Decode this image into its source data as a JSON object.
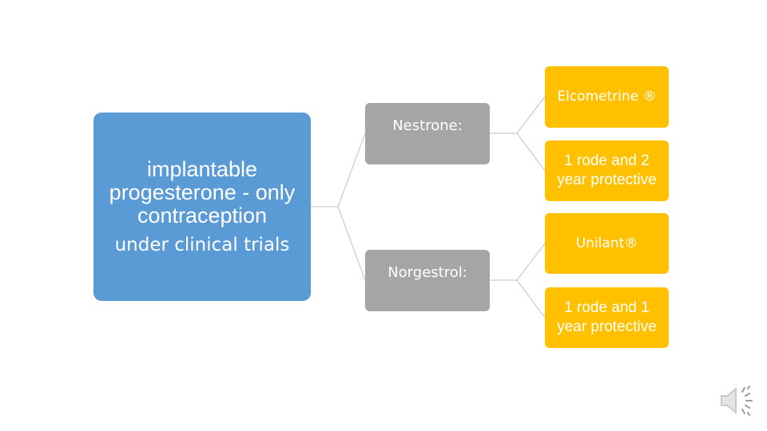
{
  "root": {
    "line1": "implantable progesterone - only contraception",
    "line2": "under clinical trials"
  },
  "branches": [
    {
      "label": "Nestrone:",
      "children": [
        {
          "label": "Elcometrine ®"
        },
        {
          "label": "1 rode and 2 year protective"
        }
      ]
    },
    {
      "label": "Norgestrol:",
      "children": [
        {
          "label": "Unilant®"
        },
        {
          "label": "1 rode and 1 year protective"
        }
      ]
    }
  ],
  "colors": {
    "root": "#5b9bd5",
    "branch": "#a5a5a5",
    "leaf": "#ffc000",
    "connector": "#bfbfbf",
    "text": "#ffffff"
  },
  "icons": {
    "audio": "speaker-icon"
  }
}
